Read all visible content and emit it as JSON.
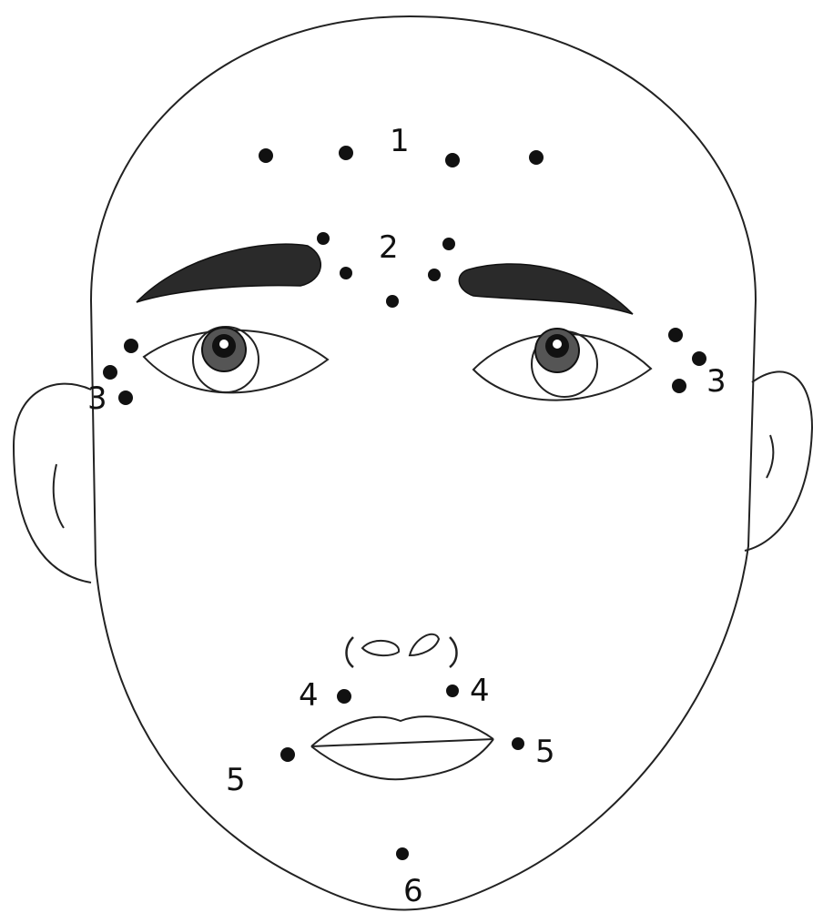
{
  "diagram": {
    "zone_labels": [
      "1",
      "2",
      "3",
      "3",
      "4",
      "4",
      "5",
      "5",
      "6"
    ]
  },
  "colors": {
    "background": "#ffffff",
    "outline": "#222222",
    "dot": "#111111",
    "brow": "#2a2a2a"
  }
}
